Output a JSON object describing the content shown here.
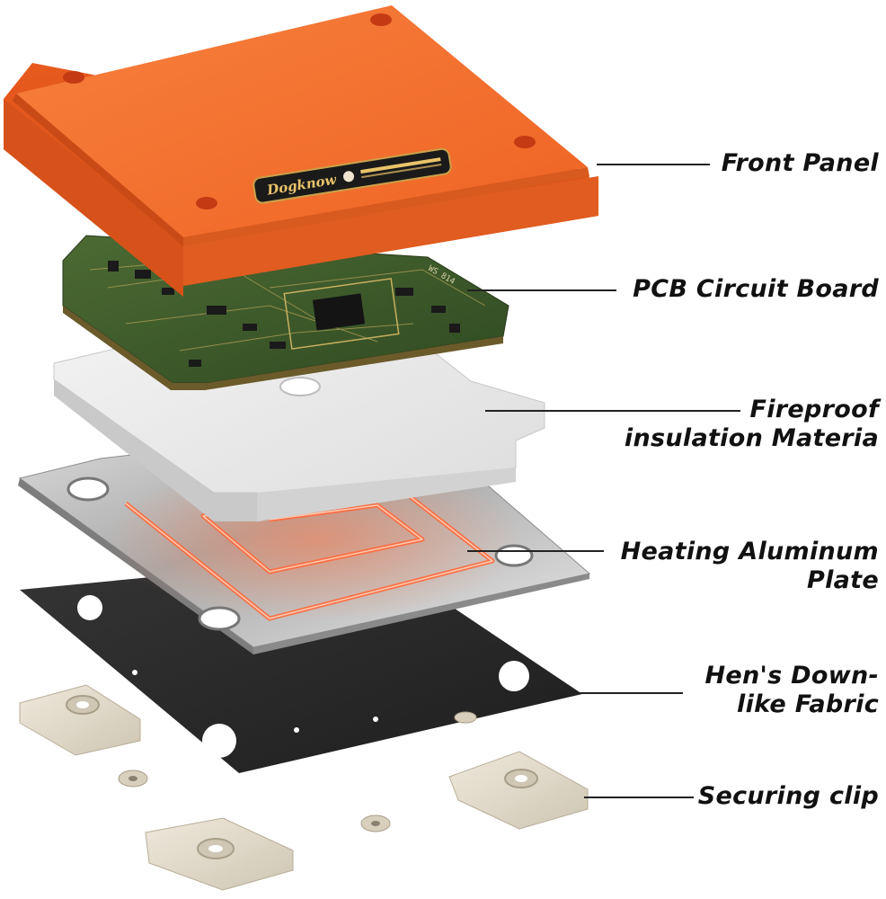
{
  "diagram": {
    "brand_text": "Dogknow",
    "components": [
      {
        "id": "front-panel",
        "lines": [
          "Front Panel"
        ]
      },
      {
        "id": "pcb-circuit-board",
        "lines": [
          "PCB Circuit Board"
        ]
      },
      {
        "id": "fireproof-insulation",
        "lines": [
          "Fireproof",
          "insulation Materia"
        ]
      },
      {
        "id": "heating-aluminum-plate",
        "lines": [
          "Heating Aluminum",
          "Plate"
        ]
      },
      {
        "id": "fabric",
        "lines": [
          "Hen's Down-",
          "like Fabric"
        ]
      },
      {
        "id": "securing-clip",
        "lines": [
          "Securing clip"
        ]
      }
    ]
  },
  "colors": {
    "panel": "#f26a2a",
    "pcb": "#3f5a2a",
    "insulation": "#e6e6e6",
    "aluminum": "#c9c9c9",
    "heating_glow": "#ff6a3d",
    "fabric": "#2b2b2b",
    "clip": "#e3dccd"
  }
}
